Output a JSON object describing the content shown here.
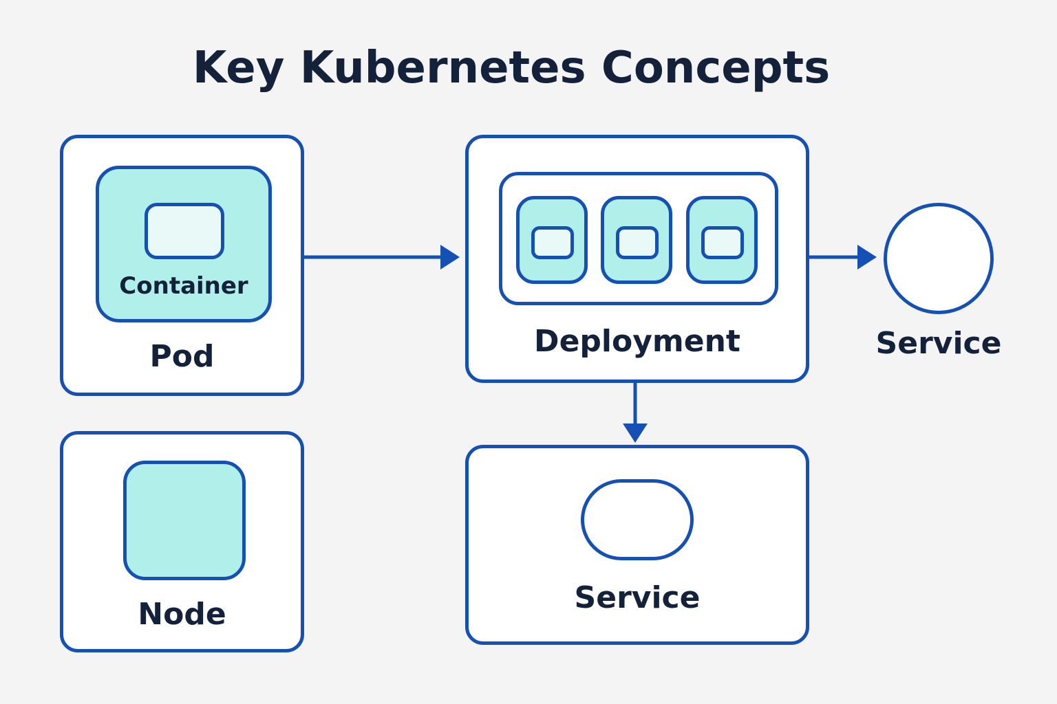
{
  "title": "Key Kubernetes Concepts",
  "pod": {
    "label": "Pod",
    "container_label": "Container"
  },
  "node": {
    "label": "Node"
  },
  "deployment": {
    "label": "Deployment",
    "replica_count": 3
  },
  "service_circle": {
    "label": "Service"
  },
  "service_box": {
    "label": "Service"
  },
  "colors": {
    "stroke": "#1550b5",
    "teal_fill": "#b1f0ea",
    "light_fill": "#e8f9f8",
    "background": "#f4f4f4",
    "text": "#14213a"
  }
}
